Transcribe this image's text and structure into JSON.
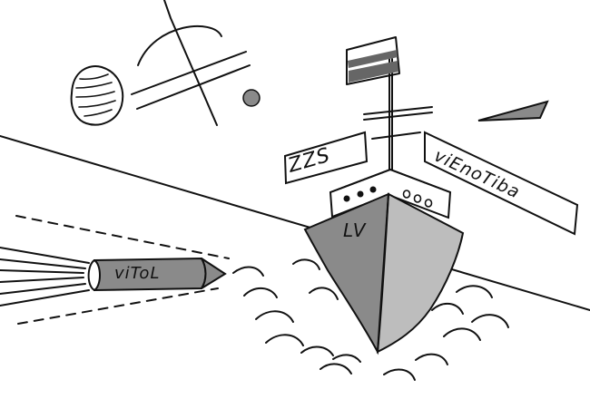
{
  "illustration": {
    "left_sign_text": "ZZS",
    "right_sign_text": "viEnoTiba",
    "ship_bow_text": "LV",
    "pencil_text": "viToL"
  },
  "colors": {
    "ink": "#111111",
    "paper": "#ffffff",
    "mid_gray": "#8a8a8a",
    "light_gray": "#bdbdbd",
    "dark_gray": "#666666"
  }
}
